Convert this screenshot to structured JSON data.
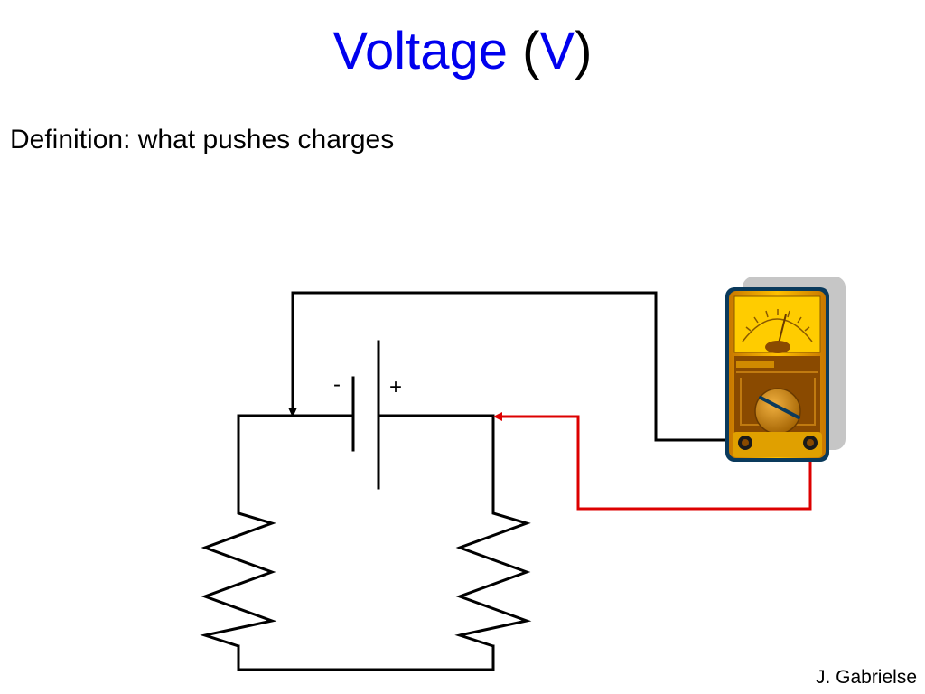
{
  "slide": {
    "title_word": "Voltage",
    "title_open_paren": "(",
    "title_symbol": "V",
    "title_close_paren": ")",
    "definition": "Definition: what pushes charges",
    "author": "J. Gabrielse"
  },
  "diagram": {
    "battery_negative_label": "-",
    "battery_positive_label": "+"
  },
  "colors": {
    "title": "#0000ee",
    "wire": "#000000",
    "probe_positive": "#dd0000",
    "meter_body": "#e0a000",
    "meter_panel": "#8a4a00"
  }
}
